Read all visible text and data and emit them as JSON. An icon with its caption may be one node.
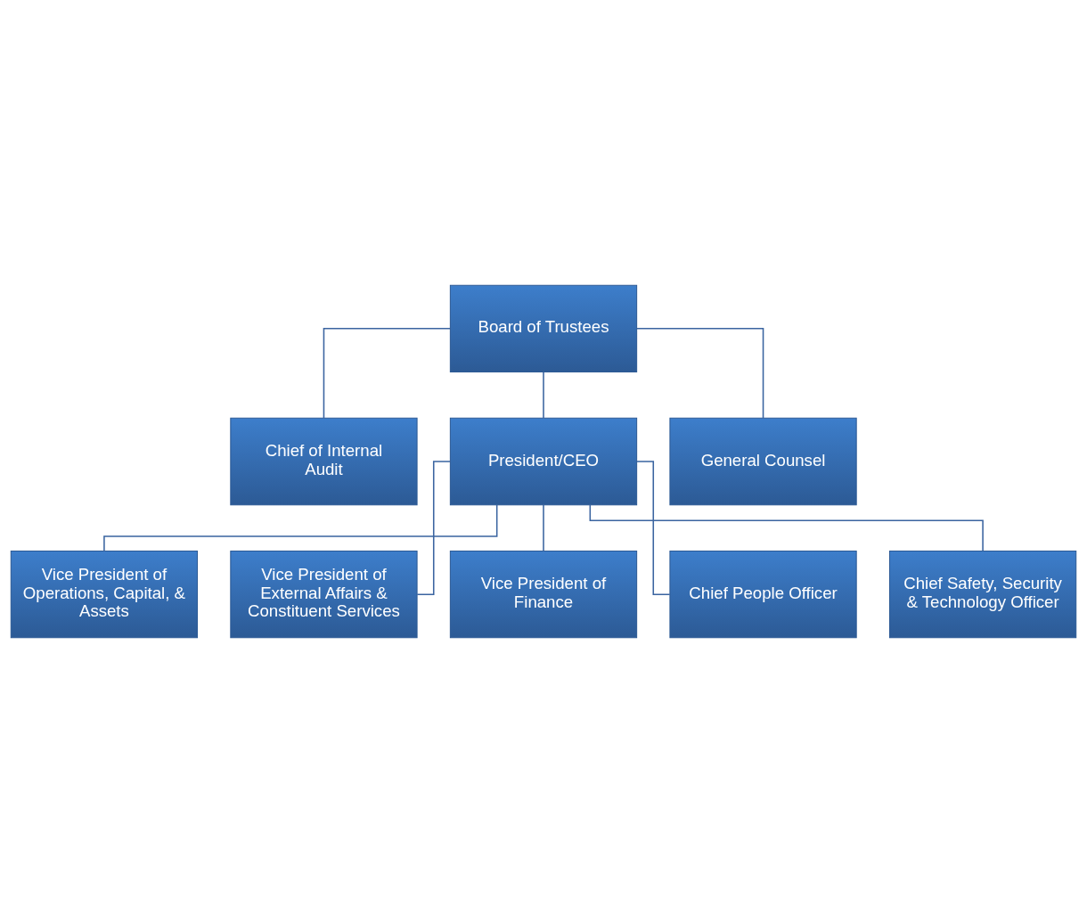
{
  "diagram": {
    "nodes": [
      {
        "text": [
          "Board of Trustees"
        ]
      },
      {
        "text": [
          "Chief of Internal Audit"
        ]
      },
      {
        "text": [
          "President/CEO"
        ]
      },
      {
        "text": [
          "General Counsel"
        ]
      },
      {
        "text": [
          "Vice President of Operations, Capital, & Assets"
        ]
      },
      {
        "text": [
          "Vice President of External Affairs & Constituent Services"
        ]
      },
      {
        "text": [
          "Vice President of Finance"
        ]
      },
      {
        "text": [
          "Chief People Officer"
        ]
      },
      {
        "text": [
          "Chief Safety, Security & Technology Officer"
        ]
      }
    ],
    "edges": [
      {
        "from": 0,
        "to": 1,
        "arrow": "none"
      },
      {
        "from": 0,
        "to": 2,
        "arrow": "none"
      },
      {
        "from": 0,
        "to": 3,
        "arrow": "none"
      },
      {
        "from": 2,
        "to": 4,
        "arrow": "none"
      },
      {
        "from": 2,
        "to": 5,
        "arrow": "none"
      },
      {
        "from": 2,
        "to": 6,
        "arrow": "none"
      },
      {
        "from": 2,
        "to": 7,
        "arrow": "none"
      },
      {
        "from": 2,
        "to": 8,
        "arrow": "none"
      }
    ]
  }
}
